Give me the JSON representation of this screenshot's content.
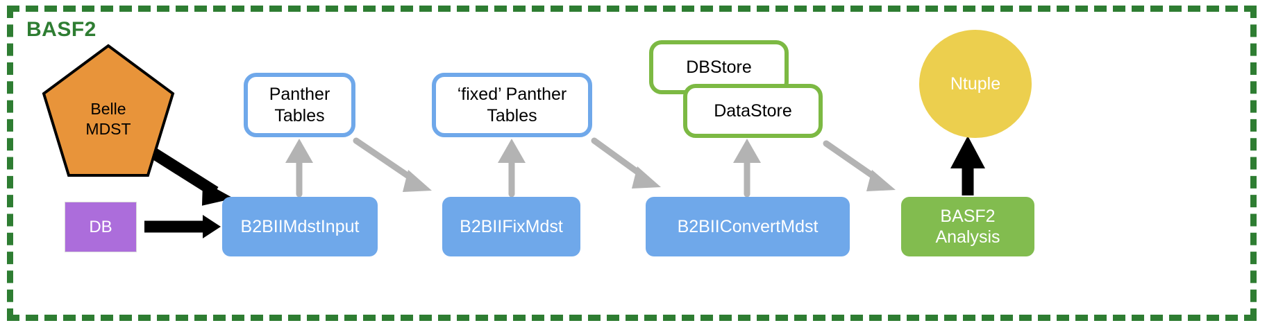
{
  "frame": {
    "title": "BASF2",
    "border_color": "#2e7d32",
    "style": "dashed"
  },
  "nodes": {
    "belle_mdst": {
      "label": "Belle\nMDST",
      "shape": "pentagon",
      "fill": "#e8943a",
      "stroke": "#000000",
      "text_color": "#000000"
    },
    "db": {
      "label": "DB",
      "shape": "rectangle",
      "fill": "#ac6ddb",
      "text_color": "#ffffff"
    },
    "panther_tables": {
      "label": "Panther\nTables",
      "shape": "rounded-rect-outline",
      "stroke": "#6fa8ea",
      "fill": "#ffffff",
      "text_color": "#000000"
    },
    "fixed_panther_tables": {
      "label": "‘fixed’ Panther\nTables",
      "shape": "rounded-rect-outline",
      "stroke": "#6fa8ea",
      "fill": "#ffffff",
      "text_color": "#000000"
    },
    "dbstore": {
      "label": "DBStore",
      "shape": "rounded-rect-outline",
      "stroke": "#7cb943",
      "fill": "#ffffff",
      "text_color": "#000000"
    },
    "datastore": {
      "label": "DataStore",
      "shape": "rounded-rect-outline",
      "stroke": "#7cb943",
      "fill": "#ffffff",
      "text_color": "#000000"
    },
    "ntuple": {
      "label": "Ntuple",
      "shape": "ellipse",
      "fill": "#eccf4e",
      "text_color": "#ffffff"
    },
    "b2bii_mdst_input": {
      "label": "B2BIIMdstInput",
      "shape": "rounded-rect",
      "fill": "#6fa8ea",
      "text_color": "#ffffff"
    },
    "b2bii_fix_mdst": {
      "label": "B2BIIFixMdst",
      "shape": "rounded-rect",
      "fill": "#6fa8ea",
      "text_color": "#ffffff"
    },
    "b2bii_convert_mdst": {
      "label": "B2BIIConvertMdst",
      "shape": "rounded-rect",
      "fill": "#6fa8ea",
      "text_color": "#ffffff"
    },
    "basf2_analysis": {
      "label": "BASF2\nAnalysis",
      "shape": "rounded-rect",
      "fill": "#82bc4f",
      "text_color": "#ffffff"
    }
  },
  "edges": [
    {
      "from": "belle_mdst",
      "to": "b2bii_mdst_input",
      "style": "solid",
      "color": "#000000"
    },
    {
      "from": "db",
      "to": "b2bii_mdst_input",
      "style": "solid",
      "color": "#000000"
    },
    {
      "from": "b2bii_mdst_input",
      "to": "panther_tables",
      "style": "sketch",
      "color": "#b3b3b3"
    },
    {
      "from": "panther_tables",
      "to": "b2bii_fix_mdst",
      "style": "sketch",
      "color": "#b3b3b3"
    },
    {
      "from": "b2bii_fix_mdst",
      "to": "fixed_panther_tables",
      "style": "sketch",
      "color": "#b3b3b3"
    },
    {
      "from": "fixed_panther_tables",
      "to": "b2bii_convert_mdst",
      "style": "sketch",
      "color": "#b3b3b3"
    },
    {
      "from": "b2bii_convert_mdst",
      "to": "datastore",
      "style": "sketch",
      "color": "#b3b3b3"
    },
    {
      "from": "datastore",
      "to": "basf2_analysis",
      "style": "sketch",
      "color": "#b3b3b3"
    },
    {
      "from": "basf2_analysis",
      "to": "ntuple",
      "style": "solid",
      "color": "#000000"
    }
  ]
}
